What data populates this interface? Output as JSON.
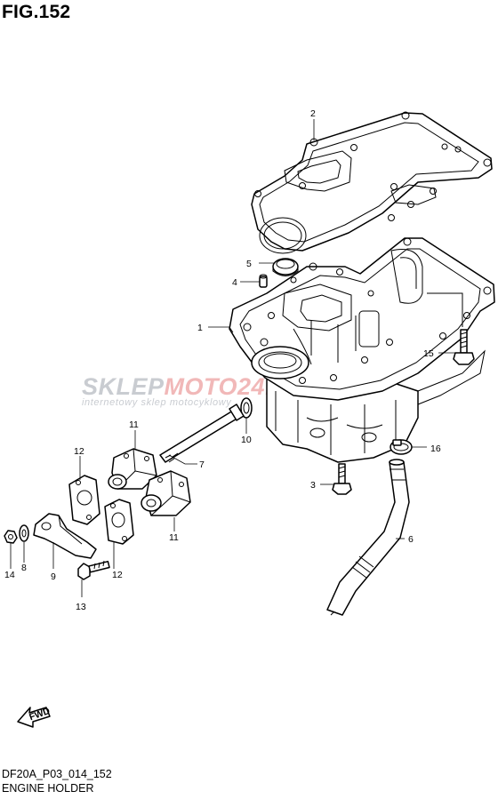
{
  "figure": {
    "title": "FIG.152"
  },
  "footer": {
    "code": "DF20A_P03_014_152",
    "name": "ENGINE HOLDER"
  },
  "watermark": {
    "brand_a": "SKLEP",
    "brand_b": "MOTO24.PL",
    "sub": "internetowy sklep motocyklowy"
  },
  "fwd": {
    "label": "FWD"
  },
  "callouts": [
    {
      "id": "c2",
      "number": "2"
    },
    {
      "id": "c5",
      "number": "5"
    },
    {
      "id": "c4",
      "number": "4"
    },
    {
      "id": "c1",
      "number": "1"
    },
    {
      "id": "c15",
      "number": "15"
    },
    {
      "id": "c10",
      "number": "10"
    },
    {
      "id": "c11a",
      "number": "11"
    },
    {
      "id": "c7",
      "number": "7"
    },
    {
      "id": "c16",
      "number": "16"
    },
    {
      "id": "c12a",
      "number": "12"
    },
    {
      "id": "c3",
      "number": "3"
    },
    {
      "id": "c11b",
      "number": "11"
    },
    {
      "id": "c6",
      "number": "6"
    },
    {
      "id": "c14",
      "number": "14"
    },
    {
      "id": "c8",
      "number": "8"
    },
    {
      "id": "c9",
      "number": "9"
    },
    {
      "id": "c12b",
      "number": "12"
    },
    {
      "id": "c13",
      "number": "13"
    }
  ]
}
